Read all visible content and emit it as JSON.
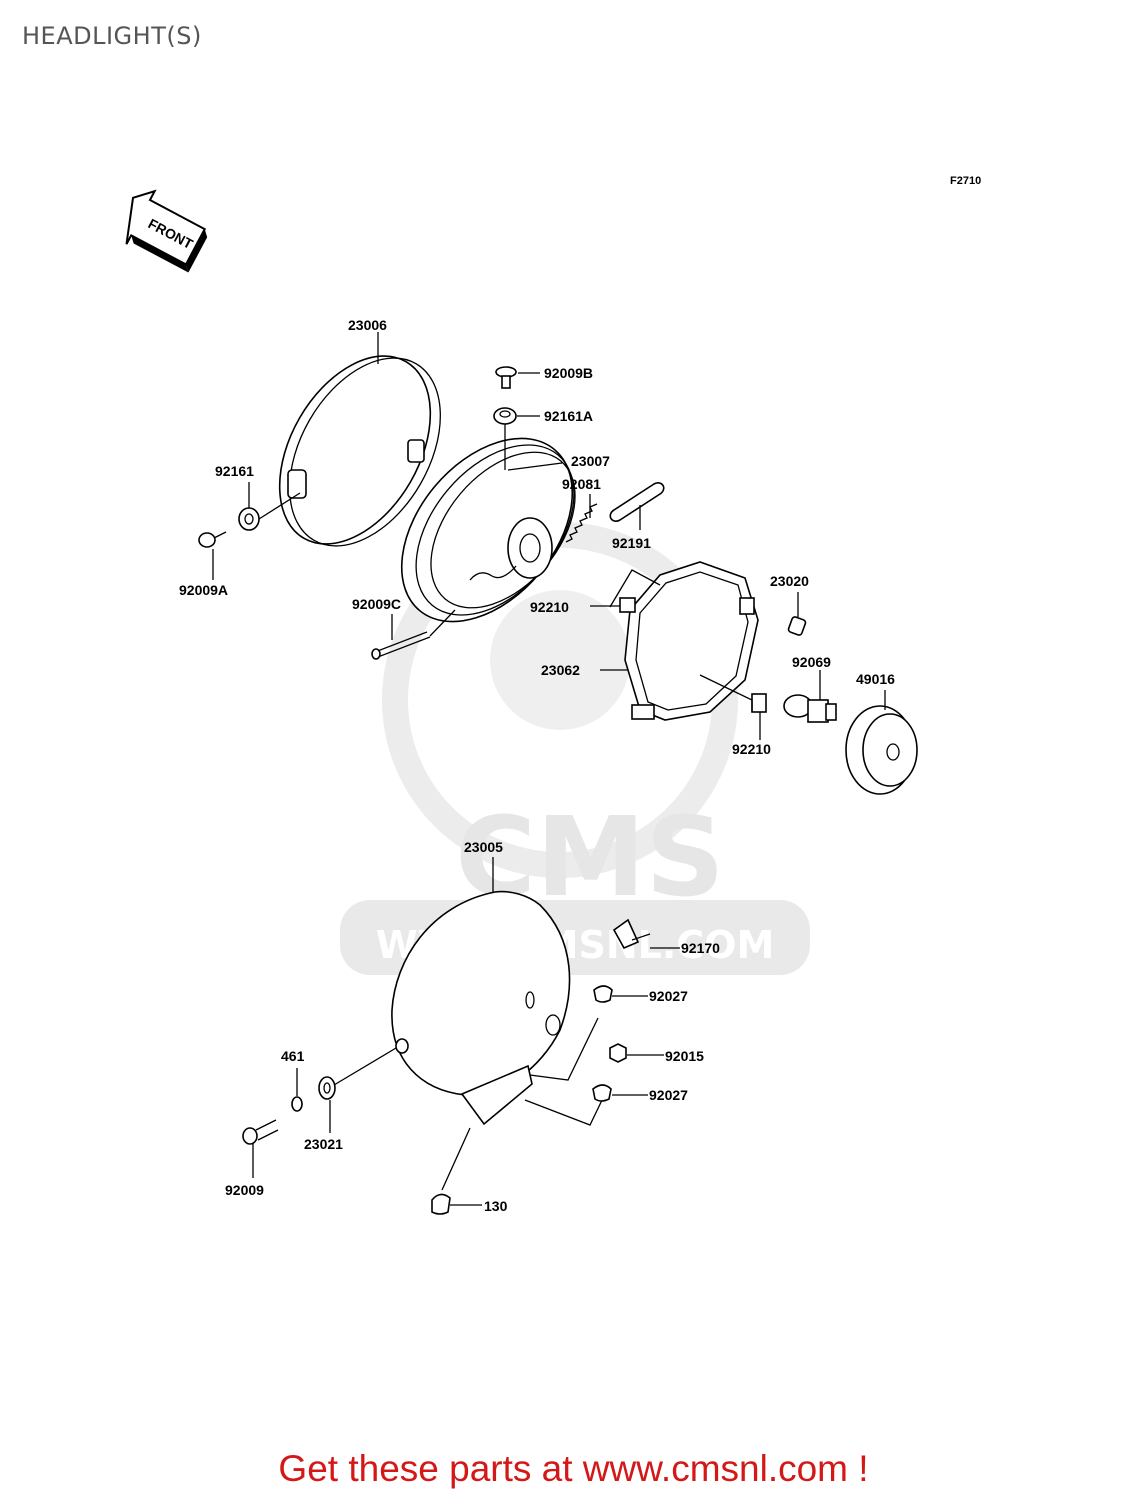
{
  "page": {
    "title": "HEADLIGHT(S)",
    "figure_code": "F2710",
    "front_arrow_text": "FRONT",
    "footer": "Get these parts at www.cmsnl.com !",
    "watermark": {
      "logo": "CMS",
      "url": "WWW.CMSNL.COM"
    }
  },
  "parts": [
    {
      "id": "p23006",
      "label": "23006"
    },
    {
      "id": "p92009B",
      "label": "92009B"
    },
    {
      "id": "p92161A",
      "label": "92161A"
    },
    {
      "id": "p23007",
      "label": "23007"
    },
    {
      "id": "p92161",
      "label": "92161"
    },
    {
      "id": "p92081",
      "label": "92081"
    },
    {
      "id": "p92191",
      "label": "92191"
    },
    {
      "id": "p92009A",
      "label": "92009A"
    },
    {
      "id": "p23020",
      "label": "23020"
    },
    {
      "id": "p92009C",
      "label": "92009C"
    },
    {
      "id": "p92210a",
      "label": "92210"
    },
    {
      "id": "p23062",
      "label": "23062"
    },
    {
      "id": "p92069",
      "label": "92069"
    },
    {
      "id": "p49016",
      "label": "49016"
    },
    {
      "id": "p92210b",
      "label": "92210"
    },
    {
      "id": "p23005",
      "label": "23005"
    },
    {
      "id": "p92170",
      "label": "92170"
    },
    {
      "id": "p92027a",
      "label": "92027"
    },
    {
      "id": "p461",
      "label": "461"
    },
    {
      "id": "p92015",
      "label": "92015"
    },
    {
      "id": "p92027b",
      "label": "92027"
    },
    {
      "id": "p23021",
      "label": "23021"
    },
    {
      "id": "p92009",
      "label": "92009"
    },
    {
      "id": "p130",
      "label": "130"
    }
  ],
  "colors": {
    "footer": "#d31818",
    "title": "#555555",
    "watermark": "#e6e6e6"
  }
}
